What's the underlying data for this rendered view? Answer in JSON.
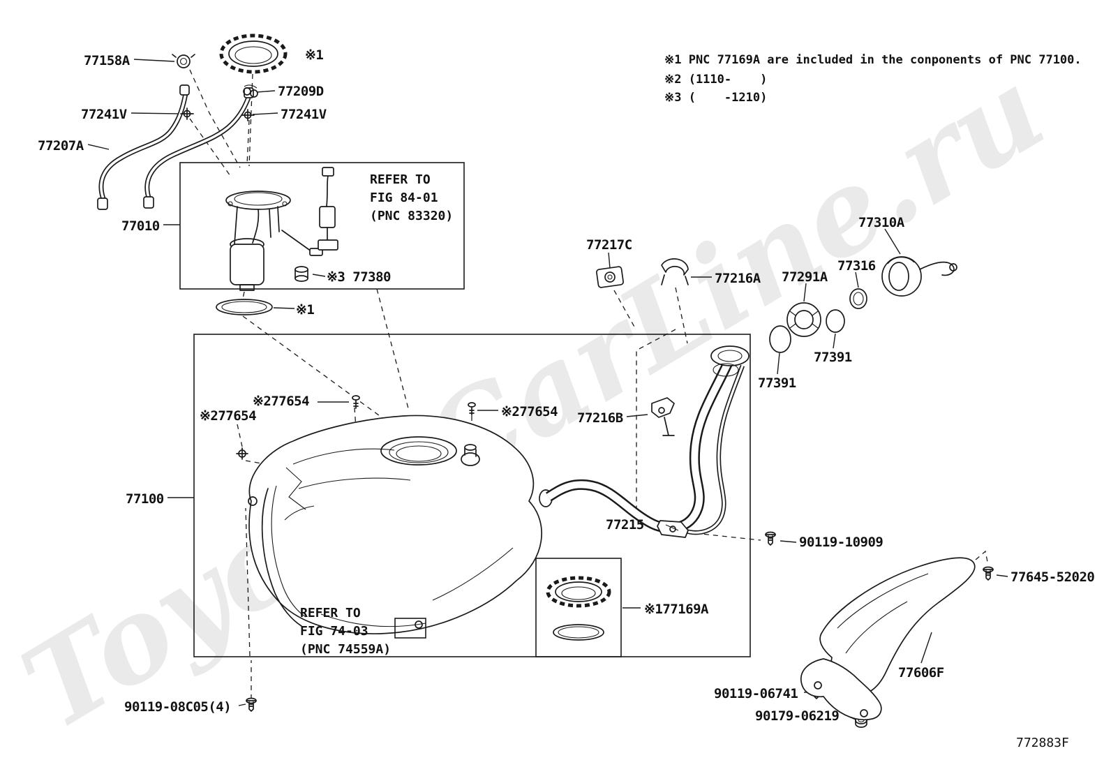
{
  "page": {
    "footer_code": "772883F",
    "watermark": "Toyota-CarLine.ru"
  },
  "notes": {
    "note1": "※1 PNC 77169A are included in the conponents of PNC 77100.",
    "note2": "※2 (1110-    )",
    "note3": "※3 (    -1210)"
  },
  "refer_blocks": {
    "fig8401": "REFER TO\nFIG 84-01\n(PNC 83320)",
    "fig7403": "REFER TO\nFIG 74-03\n(PNC 74559A)"
  },
  "labels": [
    {
      "text": "77158A"
    },
    {
      "text": "※1"
    },
    {
      "text": "77209D"
    },
    {
      "text": "77241V"
    },
    {
      "text": "77241V"
    },
    {
      "text": "77207A"
    },
    {
      "text": "77010"
    },
    {
      "text": "※3 77380"
    },
    {
      "text": "※1"
    },
    {
      "text": "77217C"
    },
    {
      "text": "77216A"
    },
    {
      "text": "77291A"
    },
    {
      "text": "77316"
    },
    {
      "text": "77310A"
    },
    {
      "text": "77391"
    },
    {
      "text": "77391"
    },
    {
      "text": "※277654"
    },
    {
      "text": "※277654"
    },
    {
      "text": "※277654"
    },
    {
      "text": "77216B"
    },
    {
      "text": "77100"
    },
    {
      "text": "77215"
    },
    {
      "text": "90119-10909"
    },
    {
      "text": "※177169A"
    },
    {
      "text": "77645-52020"
    },
    {
      "text": "77606F"
    },
    {
      "text": "90119-06741"
    },
    {
      "text": "90179-06219"
    },
    {
      "text": "90119-08C05(4)"
    }
  ]
}
